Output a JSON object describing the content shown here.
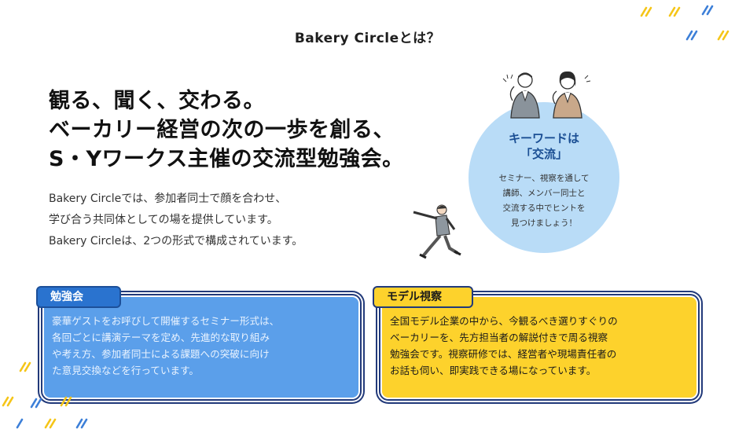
{
  "section_heading": "Bakery Circleとは？",
  "headline": {
    "line1": "観る、聞く、交わる。",
    "line2": "ベーカリー経営の次の一歩を創る、",
    "line3": "S・Yワークス主催の交流型勉強会。"
  },
  "intro": {
    "line1": "Bakery Circleでは、参加者同士で顔を合わせ、",
    "line2": "学び合う共同体としての場を提供しています。",
    "line3": "Bakery Circleは、2つの形式で構成されています。"
  },
  "keyword": {
    "title_line1": "キーワードは",
    "title_line2": "「交流」",
    "body_line1": "セミナー、視察を通して",
    "body_line2": "講師、メンバー同士と",
    "body_line3": "交流する中でヒントを",
    "body_line4": "見つけましょう！"
  },
  "cards": {
    "study": {
      "label": "勉強会",
      "line1": "豪華ゲストをお呼びして開催するセミナー形式は、",
      "line2": "各回ごとに講演テーマを定め、先進的な取り組み",
      "line3": "や考え方、参加者同士による課題への突破に向け",
      "line4": "た意見交換などを行っています。"
    },
    "visit": {
      "label": "モデル視察",
      "line1": "全国モデル企業の中から、今観るべき選りすぐりの",
      "line2": "ベーカリーを、先方担当者の解説付きで周る視察",
      "line3": "勉強会です。視察研修では、経営者や現場責任者の",
      "line4": "お話も伺い、即実践できる場になっています。"
    }
  },
  "colors": {
    "accent_blue": "#5b9fea",
    "accent_yellow": "#fdd22c",
    "navy_border": "#223a7a",
    "circle_blue": "#b9dcf7"
  }
}
